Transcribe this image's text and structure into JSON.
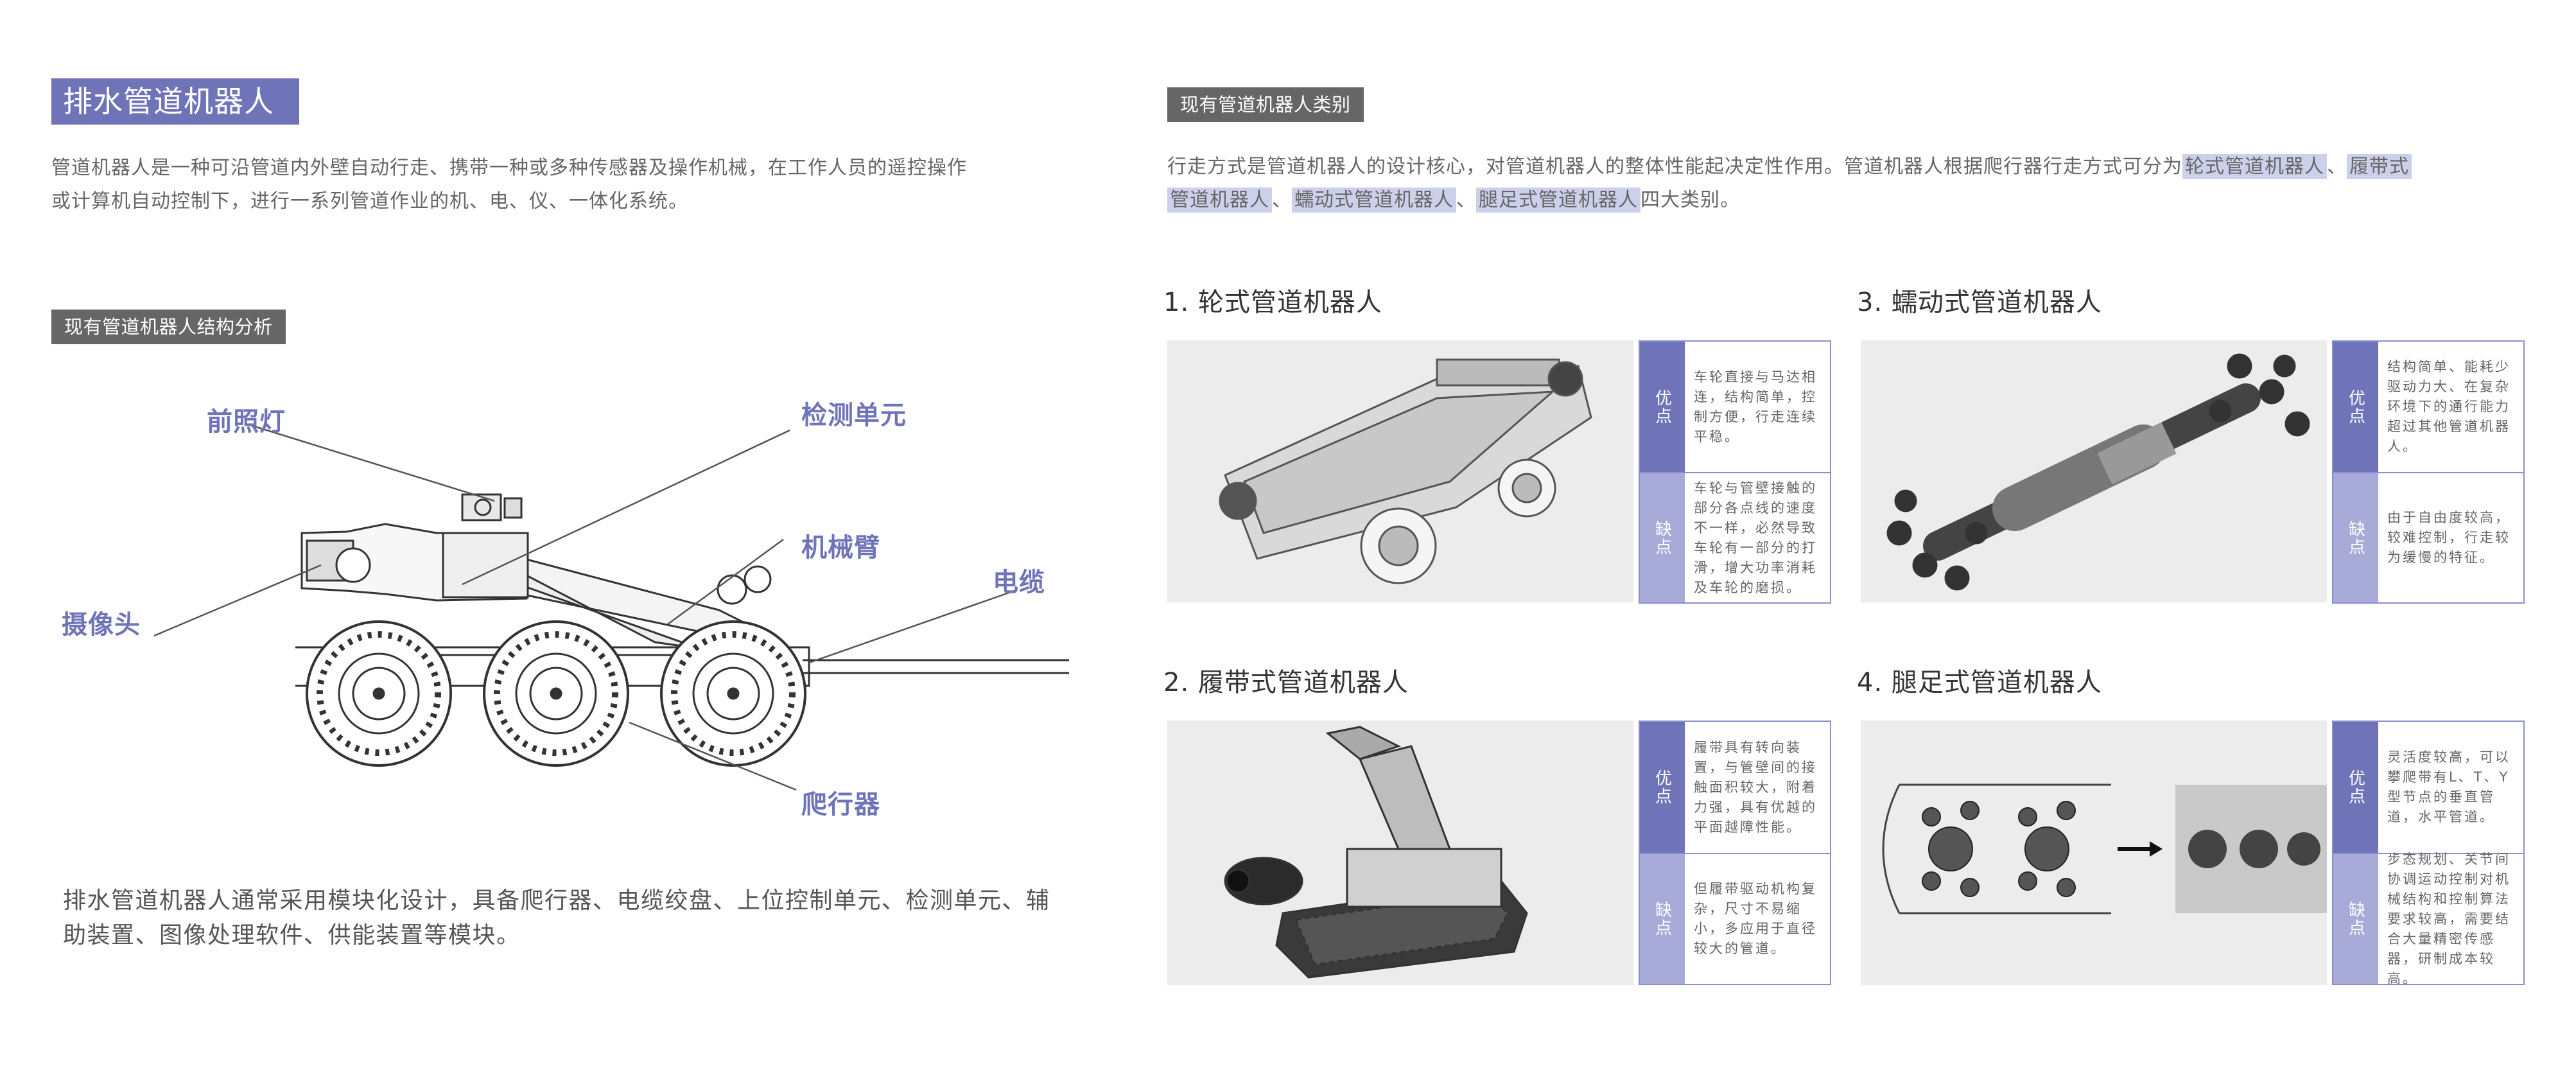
{
  "left": {
    "title": "排水管道机器人",
    "definition_line1": "管道机器人是一种可沿管道内外壁自动行走、携带一种或多种传感器及操作机械，在工作人员的遥控操作",
    "definition_line2": "或计算机自动控制下，进行一系列管道作业的机、电、仪、一体化系统。",
    "structure_tag": "现有管道机器人结构分析",
    "labels": {
      "headlight": "前照灯",
      "detection": "检测单元",
      "arm": "机械臂",
      "cable": "电缆",
      "camera": "摄像头",
      "crawler": "爬行器"
    },
    "summary_line1": "排水管道机器人通常采用模块化设计，具备爬行器、电缆绞盘、上位控制单元、检测单元、辅",
    "summary_line2": "助装置、图像处理软件、供能装置等模块。"
  },
  "right": {
    "category_tag": "现有管道机器人类别",
    "intro": {
      "a": "行走方式是管道机器人的设计核心，对管道机器人的整体性能起决定性作用。管道机器人根据爬行器行走方式可分为",
      "h1": "轮式管道机器人",
      "s1": "、",
      "h2a": "履带式",
      "h2b": "管道机器人",
      "s2": "、",
      "h3": "蠕动式管道机器人",
      "s3": "、",
      "h4": "腿足式管道机器人",
      "end": "四大类别。"
    },
    "robots": [
      {
        "title": "1. 轮式管道机器人",
        "pro_label": "优点",
        "pro": "车轮直接与马达相连，结构简单，控制方便，行走连续平稳。",
        "con_label": "缺点",
        "con": "车轮与管壁接触的部分各点线的速度不一样，必然导致车轮有一部分的打滑，增大功率消耗及车轮的磨损。"
      },
      {
        "title": "3. 蠕动式管道机器人",
        "pro_label": "优点",
        "pro": "结构简单、能耗少驱动力大、在复杂环境下的通行能力超过其他管道机器人。",
        "con_label": "缺点",
        "con": "由于自由度较高，较难控制，行走较为缓慢的特征。"
      },
      {
        "title": "2. 履带式管道机器人",
        "pro_label": "优点",
        "pro": "履带具有转向装置，与管壁间的接触面积较大，附着力强，具有优越的平面越障性能。",
        "con_label": "缺点",
        "con": "但履带驱动机构复杂，尺寸不易缩小，多应用于直径较大的管道。"
      },
      {
        "title": "4. 腿足式管道机器人",
        "pro_label": "优点",
        "pro": "灵活度较高，可以攀爬带有L、T、Y型节点的垂直管道，水平管道。",
        "con_label": "缺点",
        "con": "步态规划、关节间协调运动控制对机械结构和控制算法要求较高，需要结合大量精密传感器，研制成本较高。"
      }
    ]
  },
  "colors": {
    "accent": "#6f74b9",
    "accent_light": "#a8abd7",
    "highlight": "#cdd0ea",
    "tag_gray": "#666666"
  }
}
